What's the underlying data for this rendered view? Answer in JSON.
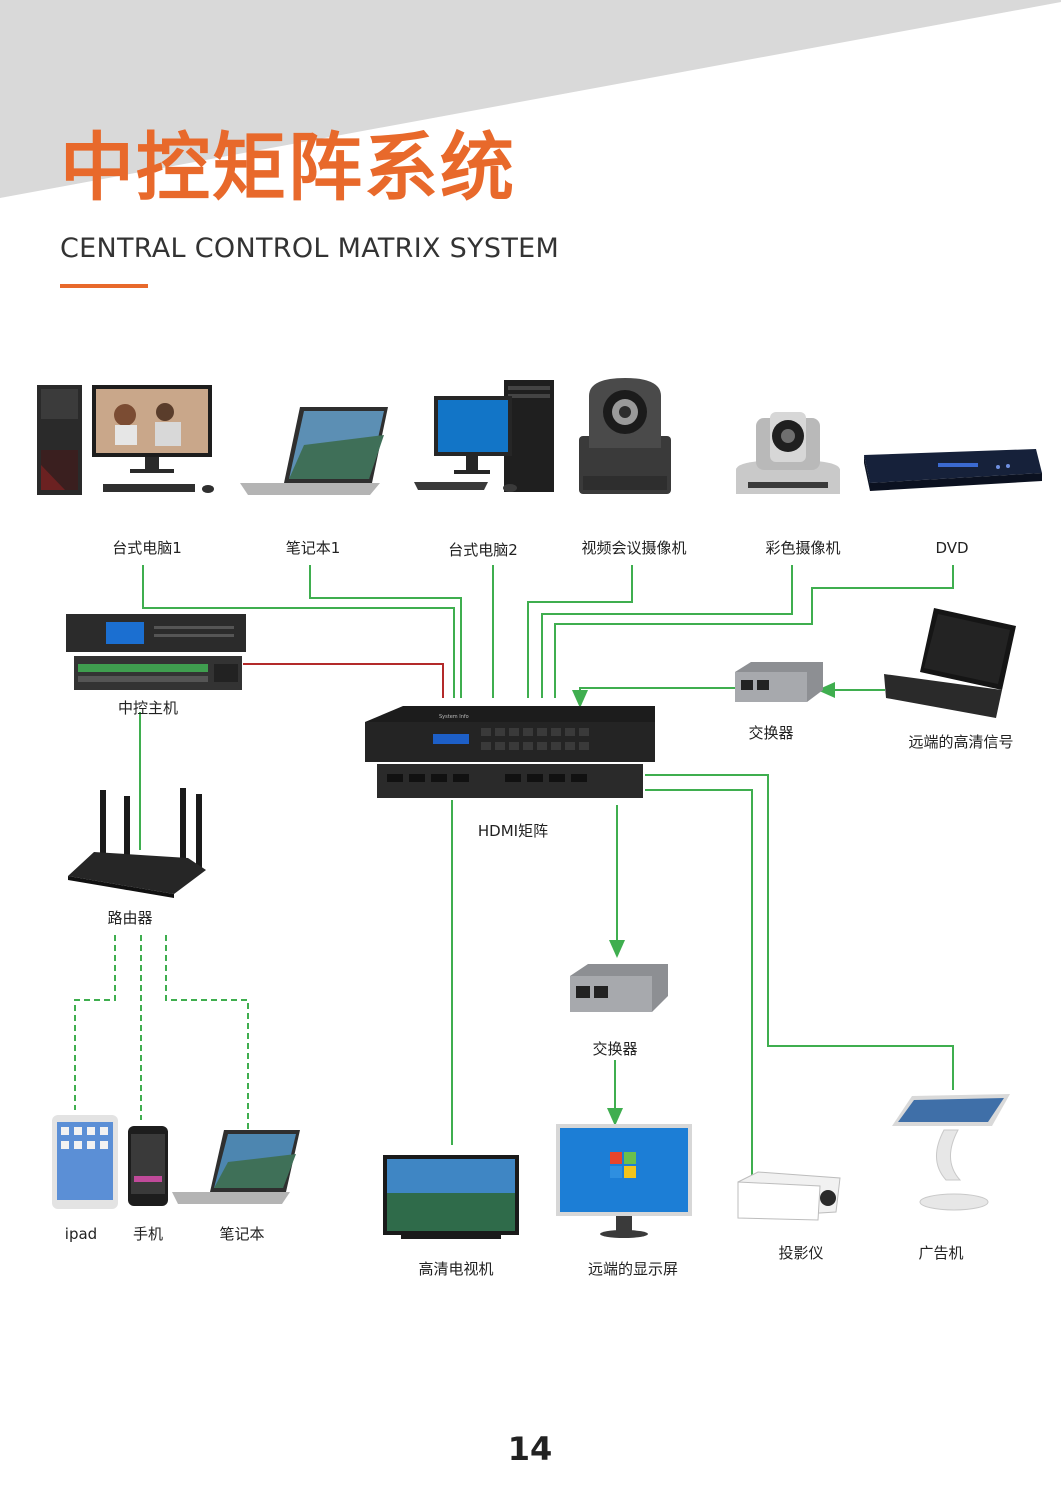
{
  "header": {
    "title": "中控矩阵系统",
    "subtitle": "CENTRAL CONTROL MATRIX SYSTEM"
  },
  "colors": {
    "accent": "#e8692b",
    "band": "#d9d9d9",
    "wire_green": "#3fae4f",
    "wire_red": "#b32a2a"
  },
  "sources": {
    "desktop1": "台式电脑1",
    "laptop1": "笔记本1",
    "desktop2": "台式电脑2",
    "conf_camera": "视频会议摄像机",
    "color_camera": "彩色摄像机",
    "dvd": "DVD"
  },
  "center": {
    "controller": "中控主机",
    "matrix": "HDMI矩阵",
    "switch_top": "交换器",
    "remote_signal": "远端的高清信号",
    "switch_mid": "交换器",
    "router": "路由器"
  },
  "outputs": {
    "ipad": "ipad",
    "phone": "手机",
    "notebook": "笔记本",
    "hdtv": "高清电视机",
    "remote_display": "远端的显示屏",
    "projector": "投影仪",
    "ad_machine": "广告机"
  },
  "matrix_panel": {
    "brand": "System Info"
  },
  "page_number": "14"
}
